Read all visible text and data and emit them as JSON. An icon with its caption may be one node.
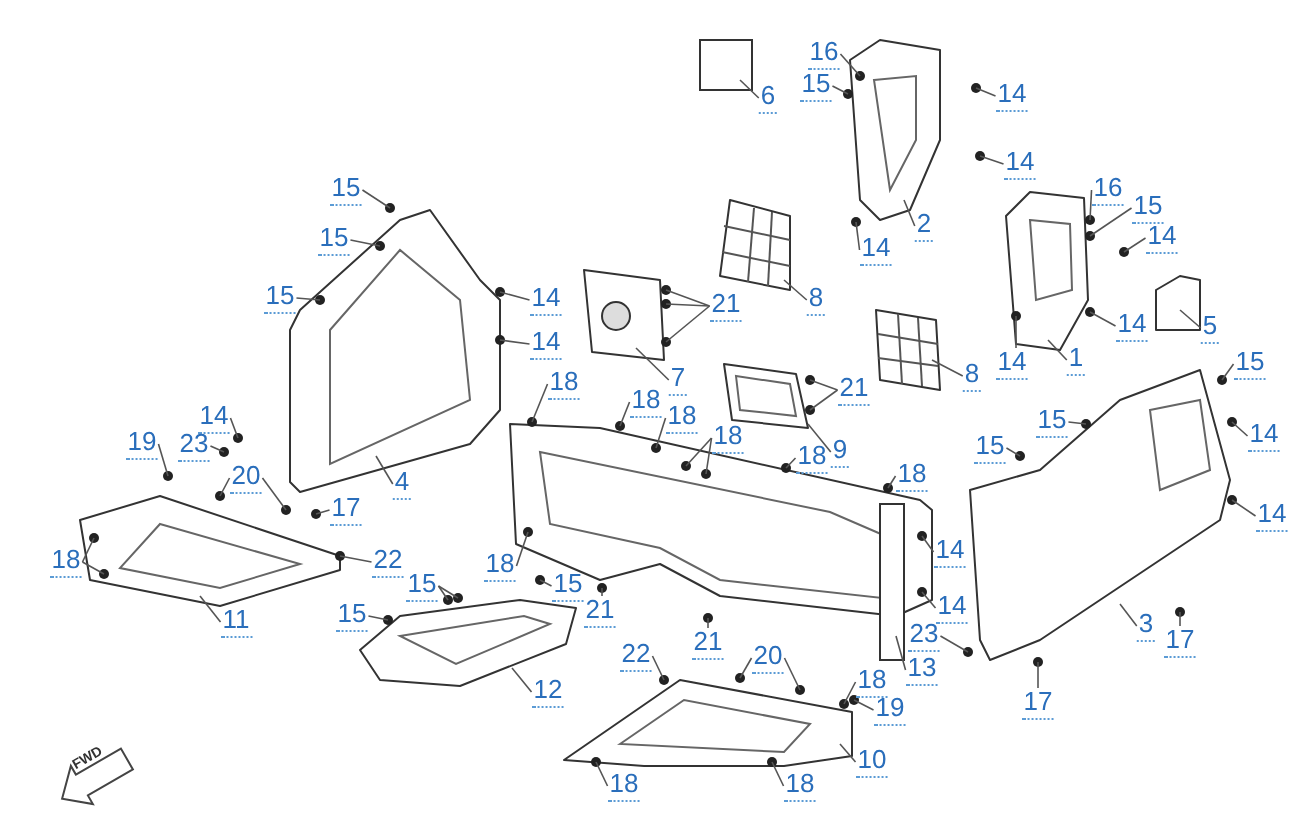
{
  "diagram": {
    "nodes": [
      {
        "text": [
          "15"
        ]
      },
      {
        "text": [
          "15"
        ]
      },
      {
        "text": [
          "15"
        ]
      },
      {
        "text": [
          "14"
        ]
      },
      {
        "text": [
          "14"
        ]
      },
      {
        "text": [
          "14"
        ]
      },
      {
        "text": [
          "6"
        ]
      },
      {
        "text": [
          "16"
        ]
      },
      {
        "text": [
          "15"
        ]
      },
      {
        "text": [
          "21"
        ]
      },
      {
        "text": [
          "8"
        ]
      },
      {
        "text": [
          "7"
        ]
      },
      {
        "text": [
          "18"
        ]
      },
      {
        "text": [
          "18"
        ]
      },
      {
        "text": [
          "18"
        ]
      },
      {
        "text": [
          "18"
        ]
      },
      {
        "text": [
          "21"
        ]
      },
      {
        "text": [
          "14"
        ]
      },
      {
        "text": [
          "14"
        ]
      },
      {
        "text": [
          "2"
        ]
      },
      {
        "text": [
          "14"
        ]
      },
      {
        "text": [
          "16"
        ]
      },
      {
        "text": [
          "15"
        ]
      },
      {
        "text": [
          "14"
        ]
      },
      {
        "text": [
          "5"
        ]
      },
      {
        "text": [
          "14"
        ]
      },
      {
        "text": [
          "1"
        ]
      },
      {
        "text": [
          "14"
        ]
      },
      {
        "text": [
          "8"
        ]
      },
      {
        "text": [
          "15"
        ]
      },
      {
        "text": [
          "19"
        ]
      },
      {
        "text": [
          "23"
        ]
      },
      {
        "text": [
          "20"
        ]
      },
      {
        "text": [
          "4"
        ]
      },
      {
        "text": [
          "17"
        ]
      },
      {
        "text": [
          "18"
        ]
      },
      {
        "text": [
          "22"
        ]
      },
      {
        "text": [
          "11"
        ]
      },
      {
        "text": [
          "15"
        ]
      },
      {
        "text": [
          "15"
        ]
      },
      {
        "text": [
          "15"
        ]
      },
      {
        "text": [
          "18"
        ]
      },
      {
        "text": [
          "9"
        ]
      },
      {
        "text": [
          "18"
        ]
      },
      {
        "text": [
          "21"
        ]
      },
      {
        "text": [
          "21"
        ]
      },
      {
        "text": [
          "12"
        ]
      },
      {
        "text": [
          "22"
        ]
      },
      {
        "text": [
          "20"
        ]
      },
      {
        "text": [
          "18"
        ]
      },
      {
        "text": [
          "18"
        ]
      },
      {
        "text": [
          "15"
        ]
      },
      {
        "text": [
          "15"
        ]
      },
      {
        "text": [
          "14"
        ]
      },
      {
        "text": [
          "14"
        ]
      },
      {
        "text": [
          "18"
        ]
      },
      {
        "text": [
          "14"
        ]
      },
      {
        "text": [
          "14"
        ]
      },
      {
        "text": [
          "23"
        ]
      },
      {
        "text": [
          "13"
        ]
      },
      {
        "text": [
          "3"
        ]
      },
      {
        "text": [
          "17"
        ]
      },
      {
        "text": [
          "17"
        ]
      },
      {
        "text": [
          "18"
        ]
      },
      {
        "text": [
          "19"
        ]
      },
      {
        "text": [
          "10"
        ]
      },
      {
        "text": [],
        "shape": "picture"
      },
      {
        "text": [],
        "shape": "picture"
      },
      {
        "text": [],
        "shape": "picture"
      },
      {
        "text": [],
        "shape": "picture"
      },
      {
        "text": [],
        "shape": "picture"
      },
      {
        "text": [],
        "shape": "picture"
      },
      {
        "text": [],
        "shape": "picture"
      },
      {
        "text": [],
        "shape": "picture"
      },
      {
        "text": [],
        "shape": "picture"
      },
      {
        "text": [],
        "shape": "box"
      },
      {
        "text": [],
        "shape": "picture"
      },
      {
        "text": [],
        "shape": "picture"
      },
      {
        "text": [],
        "shape": "picture"
      },
      {
        "text": [],
        "shape": "picture"
      },
      {
        "text": [],
        "shape": "box"
      }
    ],
    "edges": [
      {
        "from": 0,
        "to": 66,
        "arrow": "none"
      },
      {
        "from": 1,
        "to": 66,
        "arrow": "none"
      },
      {
        "from": 2,
        "to": 66,
        "arrow": "none"
      },
      {
        "from": 3,
        "to": null,
        "arrow": "none"
      },
      {
        "from": 4,
        "to": 66,
        "arrow": "none"
      },
      {
        "from": 5,
        "to": 66,
        "arrow": "none"
      },
      {
        "from": 6,
        "to": 75,
        "arrow": "none"
      },
      {
        "from": 7,
        "to": 73,
        "arrow": "none"
      },
      {
        "from": 8,
        "to": 73,
        "arrow": "none"
      },
      {
        "from": 9,
        "to": 76,
        "arrow": "none"
      },
      {
        "from": 9,
        "to": 76,
        "arrow": "none"
      },
      {
        "from": 9,
        "to": 76,
        "arrow": "none"
      },
      {
        "from": 10,
        "to": 77,
        "arrow": "none"
      },
      {
        "from": 11,
        "to": 76,
        "arrow": "none"
      },
      {
        "from": 12,
        "to": 69,
        "arrow": "none"
      },
      {
        "from": 13,
        "to": 69,
        "arrow": "none"
      },
      {
        "from": 14,
        "to": 69,
        "arrow": "none"
      },
      {
        "from": 15,
        "to": 69,
        "arrow": "none"
      },
      {
        "from": 15,
        "to": 69,
        "arrow": "none"
      },
      {
        "from": 16,
        "to": 79,
        "arrow": "none"
      },
      {
        "from": 16,
        "to": 79,
        "arrow": "none"
      },
      {
        "from": 17,
        "to": null,
        "arrow": "none"
      },
      {
        "from": 18,
        "to": null,
        "arrow": "none"
      },
      {
        "from": 19,
        "to": 73,
        "arrow": "none"
      },
      {
        "from": 20,
        "to": 73,
        "arrow": "none"
      },
      {
        "from": 21,
        "to": 72,
        "arrow": "none"
      },
      {
        "from": 22,
        "to": 72,
        "arrow": "none"
      },
      {
        "from": 23,
        "to": null,
        "arrow": "none"
      },
      {
        "from": 24,
        "to": 74,
        "arrow": "none"
      },
      {
        "from": 25,
        "to": 72,
        "arrow": "none"
      },
      {
        "from": 26,
        "to": 72,
        "arrow": "none"
      },
      {
        "from": 27,
        "to": 72,
        "arrow": "none"
      },
      {
        "from": 28,
        "to": 78,
        "arrow": "none"
      },
      {
        "from": 29,
        "to": 71,
        "arrow": "none"
      },
      {
        "from": 30,
        "to": null,
        "arrow": "none"
      },
      {
        "from": 31,
        "to": null,
        "arrow": "none"
      },
      {
        "from": 32,
        "to": 67,
        "arrow": "none"
      },
      {
        "from": 32,
        "to": 67,
        "arrow": "none"
      },
      {
        "from": 33,
        "to": 66,
        "arrow": "none"
      },
      {
        "from": 34,
        "to": 67,
        "arrow": "none"
      },
      {
        "from": 35,
        "to": 67,
        "arrow": "none"
      },
      {
        "from": 35,
        "to": 67,
        "arrow": "none"
      },
      {
        "from": 36,
        "to": 67,
        "arrow": "none"
      },
      {
        "from": 37,
        "to": 67,
        "arrow": "none"
      },
      {
        "from": 38,
        "to": 68,
        "arrow": "none"
      },
      {
        "from": 39,
        "to": 68,
        "arrow": "none"
      },
      {
        "from": 39,
        "to": 68,
        "arrow": "none"
      },
      {
        "from": 40,
        "to": 69,
        "arrow": "none"
      },
      {
        "from": 41,
        "to": 69,
        "arrow": "none"
      },
      {
        "from": 42,
        "to": 79,
        "arrow": "none"
      },
      {
        "from": 43,
        "to": 69,
        "arrow": "none"
      },
      {
        "from": 44,
        "to": 69,
        "arrow": "none"
      },
      {
        "from": 45,
        "to": 69,
        "arrow": "none"
      },
      {
        "from": 46,
        "to": 68,
        "arrow": "none"
      },
      {
        "from": 47,
        "to": 70,
        "arrow": "none"
      },
      {
        "from": 48,
        "to": 70,
        "arrow": "none"
      },
      {
        "from": 48,
        "to": 70,
        "arrow": "none"
      },
      {
        "from": 49,
        "to": 70,
        "arrow": "none"
      },
      {
        "from": 50,
        "to": 70,
        "arrow": "none"
      },
      {
        "from": 51,
        "to": 71,
        "arrow": "none"
      },
      {
        "from": 52,
        "to": 71,
        "arrow": "none"
      },
      {
        "from": 53,
        "to": 71,
        "arrow": "none"
      },
      {
        "from": 54,
        "to": 71,
        "arrow": "none"
      },
      {
        "from": 55,
        "to": 69,
        "arrow": "none"
      },
      {
        "from": 56,
        "to": 69,
        "arrow": "none"
      },
      {
        "from": 57,
        "to": 69,
        "arrow": "none"
      },
      {
        "from": 58,
        "to": 71,
        "arrow": "none"
      },
      {
        "from": 59,
        "to": 80,
        "arrow": "none"
      },
      {
        "from": 60,
        "to": 71,
        "arrow": "none"
      },
      {
        "from": 61,
        "to": 71,
        "arrow": "none"
      },
      {
        "from": 62,
        "to": 71,
        "arrow": "none"
      },
      {
        "from": 63,
        "to": 70,
        "arrow": "none"
      },
      {
        "from": 64,
        "to": 70,
        "arrow": "none"
      },
      {
        "from": 65,
        "to": 70,
        "arrow": "none"
      }
    ],
    "labels": [
      "FWD"
    ]
  }
}
